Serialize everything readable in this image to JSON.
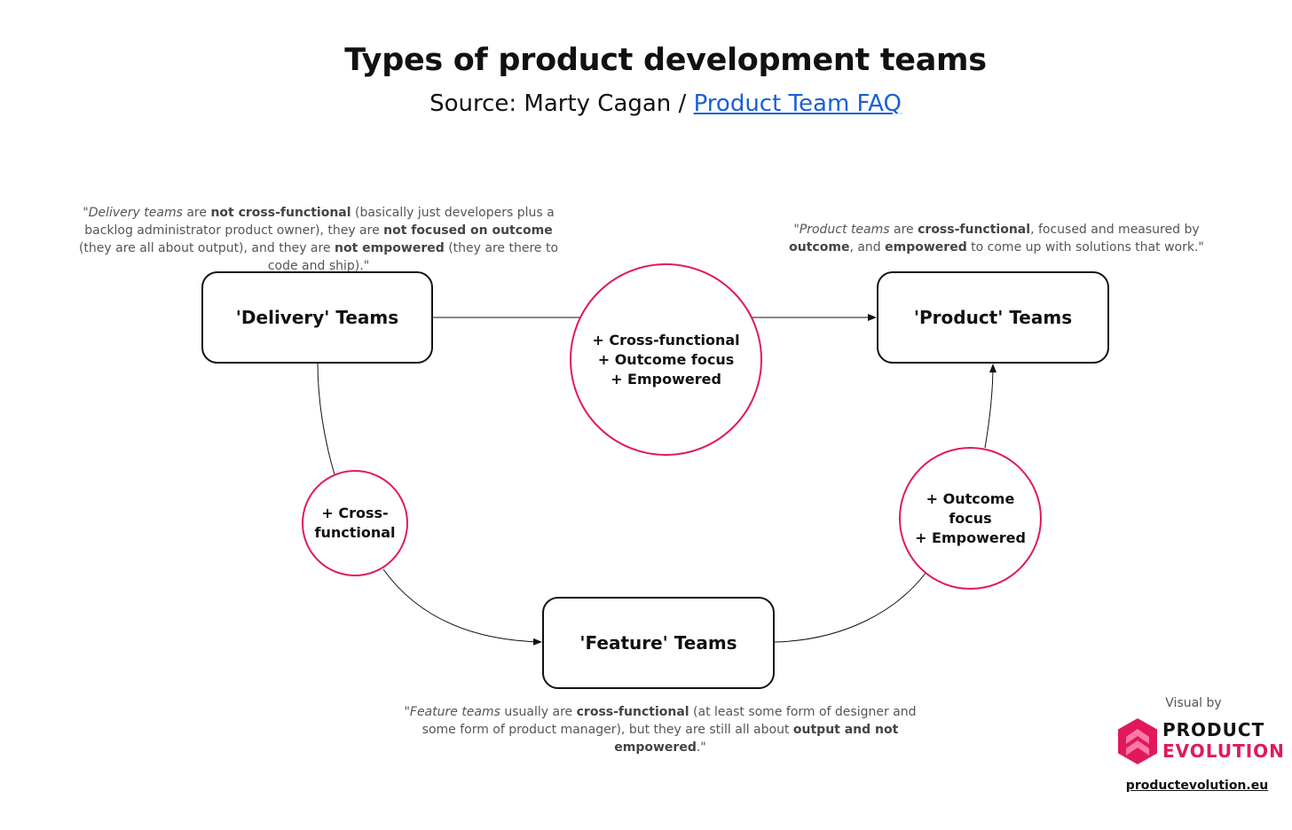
{
  "title": "Types of product development teams",
  "subtitle": {
    "prefix": "Source: Marty Cagan / ",
    "link": "Product Team FAQ"
  },
  "nodes": {
    "delivery": "'Delivery' Teams",
    "product": "'Product' Teams",
    "feature": "'Feature' Teams"
  },
  "circles": {
    "top": [
      "+ Cross-functional",
      "+ Outcome focus",
      "+ Empowered"
    ],
    "left": [
      "+ Cross-",
      "functional"
    ],
    "right": [
      "+ Outcome",
      "focus",
      "+ Empowered"
    ]
  },
  "quotes": {
    "delivery": [
      {
        "t": "\"Delivery teams",
        "s": "i"
      },
      {
        "t": " are "
      },
      {
        "t": "not cross-functional",
        "s": "b"
      },
      {
        "t": " (basically just developers plus a backlog administrator product owner), they are "
      },
      {
        "t": "not focused on outcome",
        "s": "b"
      },
      {
        "t": " (they are all about output), and they are "
      },
      {
        "t": "not empowered",
        "s": "b"
      },
      {
        "t": " (they are there to code and ship).\""
      }
    ],
    "product": [
      {
        "t": "\"Product teams",
        "s": "i"
      },
      {
        "t": " are "
      },
      {
        "t": "cross-functional",
        "s": "b"
      },
      {
        "t": ", focused and measured by "
      },
      {
        "t": "outcome",
        "s": "b"
      },
      {
        "t": ", and "
      },
      {
        "t": "empowered",
        "s": "b"
      },
      {
        "t": " to come up with solutions that work.\""
      }
    ],
    "feature": [
      {
        "t": "\"Feature teams",
        "s": "i"
      },
      {
        "t": " usually are "
      },
      {
        "t": "cross-functional",
        "s": "b"
      },
      {
        "t": " (at least some form of designer and some form of product manager), but they are still all about "
      },
      {
        "t": "output and not empowered",
        "s": "b"
      },
      {
        "t": ".\""
      }
    ]
  },
  "branding": {
    "visual_by": "Visual by",
    "logo_line1": "PRODUCT",
    "logo_line2": "EVOLUTION",
    "website": "productevolution.eu"
  },
  "colors": {
    "accent": "#e0195c",
    "link": "#1a5fd6",
    "text": "#111111"
  }
}
